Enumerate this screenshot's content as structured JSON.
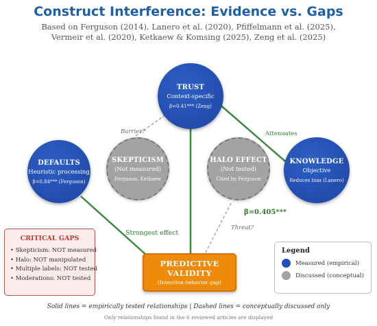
{
  "title": "Construct Interference: Evidence vs. Gaps",
  "subtitle_line1": "Based on Ferguson (2014), Lanero et al. (2020), Pfiffelmann et al. (2025),",
  "subtitle_line2": "Vermeir et al. (2020), Ketkaew & Komsing (2025), Zeng et al. (2025)",
  "nodes": {
    "trust": {
      "title": "TRUST",
      "subtitle": "Context-specific",
      "detail": "β=0.41*** (Zeng)",
      "status": "measured"
    },
    "defaults": {
      "title": "DEFAULTS",
      "subtitle": "Heuristic processing",
      "detail": "β=0.84*** (Ferguson)",
      "status": "measured"
    },
    "skepticism": {
      "title": "SKEPTICISM",
      "subtitle": "(Not measured)",
      "detail": "Ferguson, Ketkaew",
      "status": "discussed"
    },
    "halo": {
      "title": "HALO EFFECT",
      "subtitle": "(Not tested)",
      "detail": "Cited by Ferguson",
      "status": "discussed"
    },
    "knowledge": {
      "title": "KNOWLEDGE",
      "subtitle": "Objective",
      "detail": "Reduces bias (Lanero)",
      "status": "measured"
    }
  },
  "outcome": {
    "title_line1": "PREDICTIVE",
    "title_line2": "VALIDITY",
    "subtitle": "(Intention-behavior gap)"
  },
  "edge_labels": {
    "barrier": "Barrier?",
    "attenuates": "Attenuates",
    "strongest": "Strongest effect",
    "threat": "Threat?",
    "beta_halo": "β=0.405***"
  },
  "critical_gaps": {
    "title": "CRITICAL GAPS",
    "items": [
      "• Skepticism: NOT measured",
      "• Halo: NOT manipulated",
      "• Multiple labels: NOT tested",
      "• Moderations: NOT tested"
    ]
  },
  "legend": {
    "title": "Legend",
    "items": [
      {
        "label": "Measured (empirical)",
        "color": "#2350b8"
      },
      {
        "label": "Discussed (conceptual)",
        "color": "#a3a3a3"
      }
    ]
  },
  "footnote": "Solid lines = empirically tested relationships | Dashed lines = conceptually discussed only",
  "footnote2": "Only relationships found in the 6 reviewed articles are displayed",
  "colors": {
    "measured": "#2350b8",
    "discussed": "#a3a3a3",
    "solid_edge": "#3c8a3c",
    "outcome": "#f08a0a",
    "title": "#1f5fa8"
  }
}
